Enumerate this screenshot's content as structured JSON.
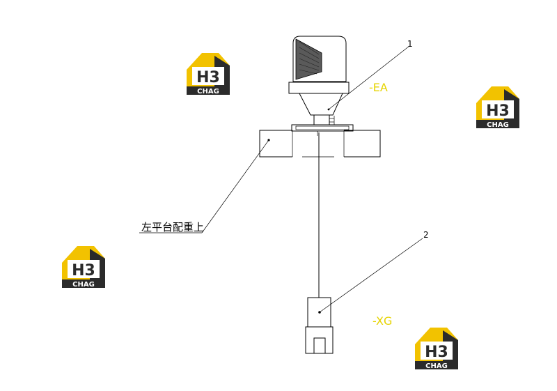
{
  "callouts": {
    "item1": "1",
    "item2": "2",
    "location_label": "左平台配重上"
  },
  "wire_labels": {
    "top": "-EA",
    "bottom": "-XG"
  },
  "watermark": {
    "letters": "H3",
    "brand": "CHAG",
    "colors": {
      "yellow": "#f2c200",
      "dark": "#2b2b2b",
      "white": "#ffffff"
    }
  },
  "colors": {
    "wire_label": "#e6d400",
    "line": "#000000"
  }
}
